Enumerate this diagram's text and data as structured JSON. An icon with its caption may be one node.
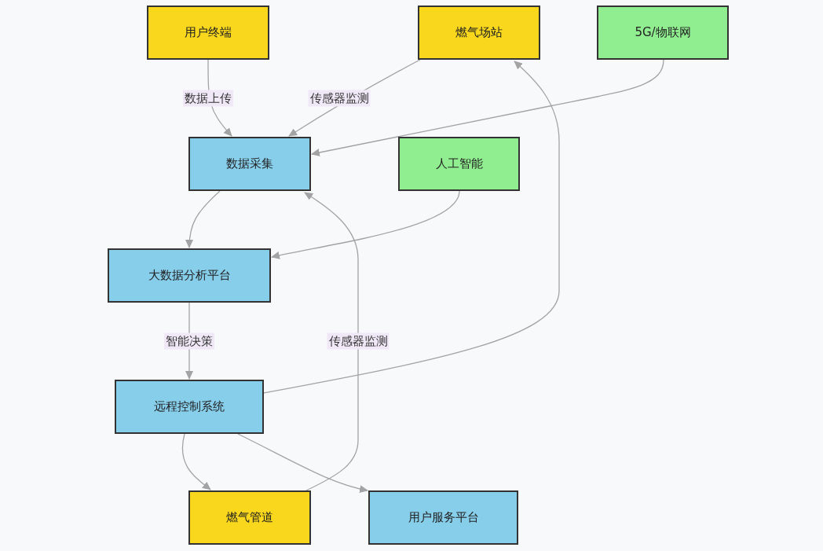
{
  "diagram": {
    "nodes": [
      {
        "text": [
          "用户终端"
        ]
      },
      {
        "text": [
          "燃气场站"
        ]
      },
      {
        "text": [
          "5G/物联网"
        ]
      },
      {
        "text": [
          "数据采集"
        ]
      },
      {
        "text": [
          "人工智能"
        ]
      },
      {
        "text": [
          "大数据分析平台"
        ]
      },
      {
        "text": [
          "远程控制系统"
        ]
      },
      {
        "text": [
          "燃气管道"
        ]
      },
      {
        "text": [
          "用户服务平台"
        ]
      }
    ],
    "edges": [
      {
        "from": 0,
        "to": 3,
        "arrow": "to",
        "label": "数据上传"
      },
      {
        "from": 1,
        "to": 3,
        "arrow": "to",
        "label": "传感器监测"
      },
      {
        "from": 2,
        "to": 3,
        "arrow": "to"
      },
      {
        "from": 3,
        "to": 5,
        "arrow": "to"
      },
      {
        "from": 4,
        "to": 5,
        "arrow": "to"
      },
      {
        "from": 5,
        "to": 6,
        "arrow": "to",
        "label": "智能决策"
      },
      {
        "from": 6,
        "to": 1,
        "arrow": "to"
      },
      {
        "from": 6,
        "to": 7,
        "arrow": "to"
      },
      {
        "from": 6,
        "to": 8,
        "arrow": "to"
      },
      {
        "from": 7,
        "to": 3,
        "arrow": "to",
        "label": "传感器监测"
      }
    ]
  }
}
